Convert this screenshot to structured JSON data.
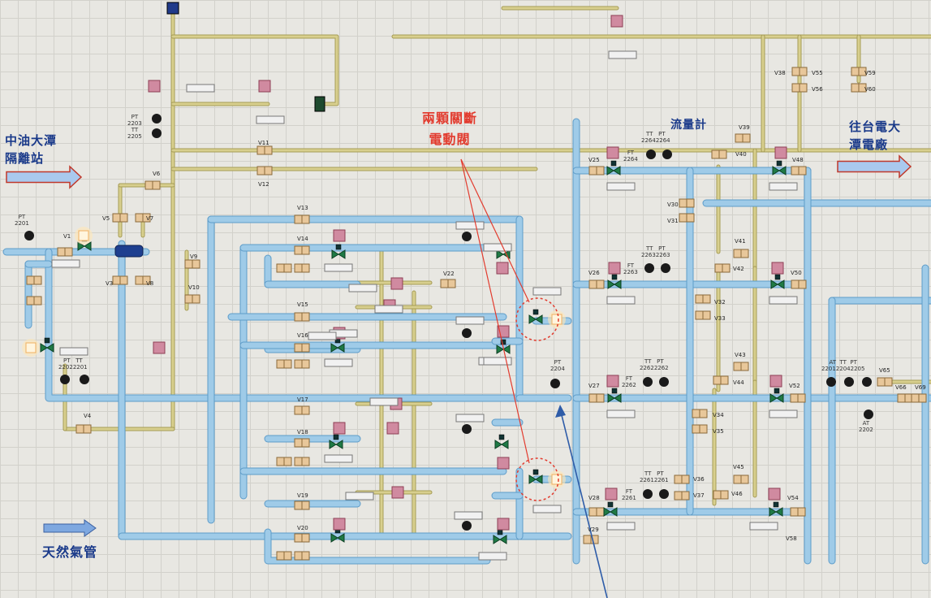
{
  "annotations": {
    "left_source": "中油大潭\n隔離站",
    "right_dest": "往台電大\n潭電廠",
    "valves_note": "兩顆關斷\n電動閥",
    "flowmeter": "流量計",
    "gas_pipe": "天然氣管"
  },
  "instruments": {
    "pt2201": "PT\n2201",
    "pt2203_tt2205": "PT\n2203\nTT\n2205",
    "pt2202_tt2201": "PT   TT\n22022201",
    "tt2264_pt2264": "TT   PT\n22642264",
    "tt2263_pt2263": "TT   PT\n22632263",
    "tt2262_pt2262": "TT   PT\n22622262",
    "tt2261_pt2261": "TT   PT\n22612261",
    "pt2204": "PT\n2204",
    "at2201_group": "AT  TT  PT\n220122042205",
    "at2202": "AT\n2202",
    "ft2264": "FT\n2264",
    "ft2263": "FT\n2263",
    "ft2262": "FT\n2262",
    "ft2261": "FT\n2261"
  },
  "valves": [
    "V1",
    "V3",
    "V4",
    "V5",
    "V6",
    "V7",
    "V8",
    "V9",
    "V10",
    "V11",
    "V12",
    "V13",
    "V14",
    "V15",
    "V16",
    "V17",
    "V18",
    "V19",
    "V20",
    "V22",
    "V25",
    "V26",
    "V27",
    "V28",
    "V29",
    "V30",
    "V31",
    "V32",
    "V33",
    "V34",
    "V35",
    "V36",
    "V37",
    "V38",
    "V39",
    "V40",
    "V41",
    "V42",
    "V43",
    "V44",
    "V45",
    "V46",
    "V48",
    "V50",
    "V52",
    "V54",
    "V55",
    "V56",
    "V58",
    "V59",
    "V60",
    "V65",
    "V66",
    "V69"
  ]
}
